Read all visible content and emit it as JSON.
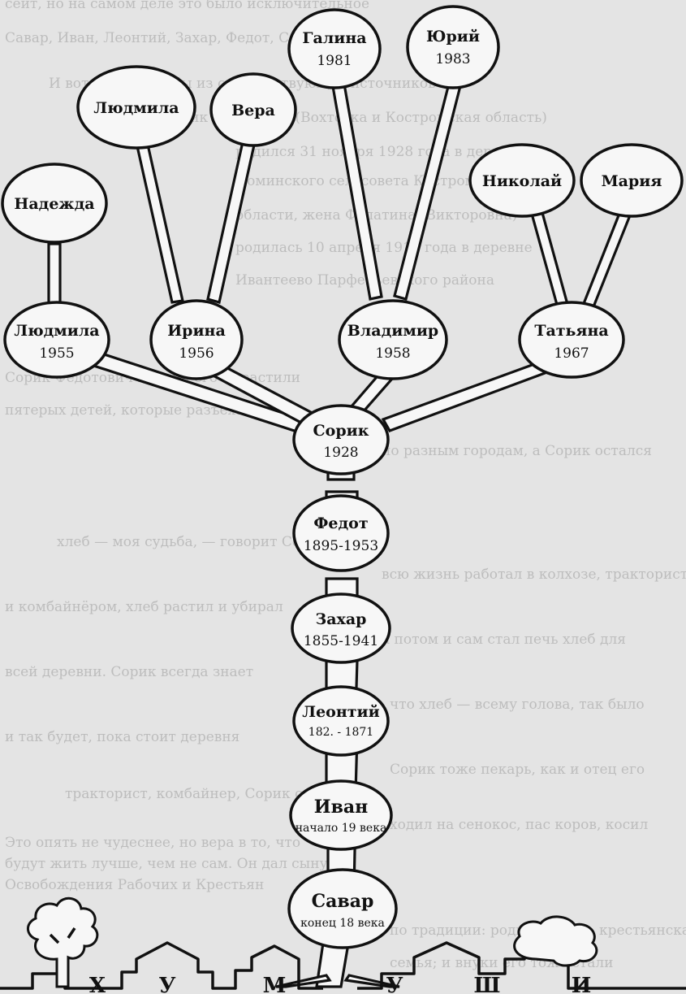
{
  "background_lines": [
    "сейт, но на самом деле это было исключительное",
    "Савар, Иван, Леонтий, Захар, Федот, Сорик",
    "И вот, как будто бы из соответствующих источников",
    "Сорик Федотович (Вохтовка и Костромская область)",
    "родился 31 ноября 1928 года в деревне",
    "Фоминского сельсовета Костромской",
    "области, жена Фелатина (Викторовна)",
    "родилась 10 апреля 1914 года в деревне",
    "Ивантеево Парфеньевского района",
    "Сорик Федотович и жена его вырастили",
    "пятерых детей, которые разъехались",
    "по разным городам, а Сорик остался",
    "хлеб — моя судьба, — говорит Сорик",
    "всю жизнь работал в колхозе, трактористом",
    "и комбайнёром, хлеб растил и убирал",
    "а потом и сам стал печь хлеб для",
    "всей деревни. Сорик всегда знает",
    "что хлеб — всему голова, так было",
    "и так будет, пока стоит деревня",
    "Сорик тоже пекарь, как и отец его",
    "тракторист, комбайнер, Сорик смолоду",
    "ходил на сенокос, пас коров, косил",
    "Это опять не чудеснее, но вера в то, что",
    "будут жить лучше, чем не сам. Он дал сыну",
    "Освобождения Рабочих и Крестьян",
    "по традиции: родная земля, крестьянская",
    "семья; и внуки его тоже стали"
  ],
  "nodes": {
    "nadezhda": {
      "name": "Надежда"
    },
    "lyudmila_top": {
      "name": "Людмила"
    },
    "vera": {
      "name": "Вера"
    },
    "galina": {
      "name": "Галина",
      "year": "1981"
    },
    "yuriy": {
      "name": "Юрий",
      "year": "1983"
    },
    "nikolay": {
      "name": "Николай"
    },
    "mariya": {
      "name": "Мария"
    },
    "lyudmila": {
      "name": "Людмила",
      "year": "1955"
    },
    "irina": {
      "name": "Ирина",
      "year": "1956"
    },
    "vladimir": {
      "name": "Владимир",
      "year": "1958"
    },
    "tatyana": {
      "name": "Татьяна",
      "year": "1967"
    },
    "sorik": {
      "name": "Сорик",
      "year": "1928"
    },
    "fedot": {
      "name": "Федот",
      "year": "1895-1953"
    },
    "zakhar": {
      "name": "Захар",
      "year": "1855-1941"
    },
    "leontiy": {
      "name": "Леонтий",
      "year": "182. - 1871"
    },
    "ivan": {
      "name": "Иван",
      "year": "начало 19 века"
    },
    "savar": {
      "name": "Савар",
      "year": "конец 18 века"
    }
  },
  "root_letters": [
    "Х",
    "У",
    "М",
    "У",
    "Ш",
    "И"
  ]
}
